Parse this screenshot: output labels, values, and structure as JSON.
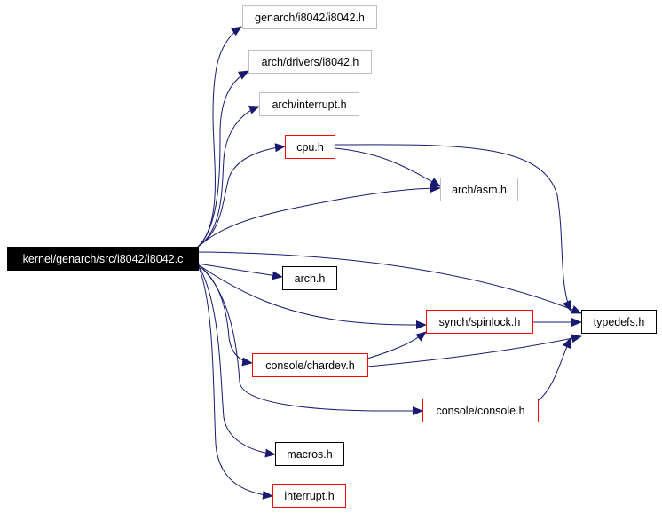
{
  "diagram": {
    "root": "kernel/genarch/src/i8042/i8042.c",
    "nodes": [
      {
        "id": "genarch_i8042_h",
        "label": "genarch/i8042/i8042.h",
        "style": "gray"
      },
      {
        "id": "arch_drivers_i8042_h",
        "label": "arch/drivers/i8042.h",
        "style": "gray"
      },
      {
        "id": "arch_interrupt_h",
        "label": "arch/interrupt.h",
        "style": "gray"
      },
      {
        "id": "cpu_h",
        "label": "cpu.h",
        "style": "red"
      },
      {
        "id": "arch_asm_h",
        "label": "arch/asm.h",
        "style": "gray"
      },
      {
        "id": "root",
        "label": "kernel/genarch/src/i8042/i8042.c",
        "style": "root"
      },
      {
        "id": "arch_h",
        "label": "arch.h",
        "style": "black"
      },
      {
        "id": "synch_spinlock_h",
        "label": "synch/spinlock.h",
        "style": "red"
      },
      {
        "id": "typedefs_h",
        "label": "typedefs.h",
        "style": "black"
      },
      {
        "id": "console_chardev_h",
        "label": "console/chardev.h",
        "style": "red"
      },
      {
        "id": "console_console_h",
        "label": "console/console.h",
        "style": "red"
      },
      {
        "id": "macros_h",
        "label": "macros.h",
        "style": "black"
      },
      {
        "id": "interrupt_h",
        "label": "interrupt.h",
        "style": "red"
      }
    ],
    "edges": [
      {
        "from": "root",
        "to": "genarch_i8042_h"
      },
      {
        "from": "root",
        "to": "arch_drivers_i8042_h"
      },
      {
        "from": "root",
        "to": "arch_interrupt_h"
      },
      {
        "from": "root",
        "to": "cpu_h"
      },
      {
        "from": "root",
        "to": "arch_asm_h"
      },
      {
        "from": "root",
        "to": "typedefs_h"
      },
      {
        "from": "root",
        "to": "arch_h"
      },
      {
        "from": "root",
        "to": "synch_spinlock_h"
      },
      {
        "from": "root",
        "to": "console_chardev_h"
      },
      {
        "from": "root",
        "to": "console_console_h"
      },
      {
        "from": "root",
        "to": "macros_h"
      },
      {
        "from": "root",
        "to": "interrupt_h"
      },
      {
        "from": "cpu_h",
        "to": "arch_asm_h"
      },
      {
        "from": "cpu_h",
        "to": "typedefs_h"
      },
      {
        "from": "synch_spinlock_h",
        "to": "typedefs_h"
      },
      {
        "from": "console_chardev_h",
        "to": "synch_spinlock_h"
      },
      {
        "from": "console_chardev_h",
        "to": "typedefs_h"
      },
      {
        "from": "console_console_h",
        "to": "typedefs_h"
      }
    ],
    "colors": {
      "edge": "#191970",
      "gray_border": "#bfbfbf",
      "red_border": "#ff0000",
      "black_border": "#000000",
      "root_fill": "#000000",
      "root_text": "#ffffff",
      "text": "#000000"
    }
  }
}
